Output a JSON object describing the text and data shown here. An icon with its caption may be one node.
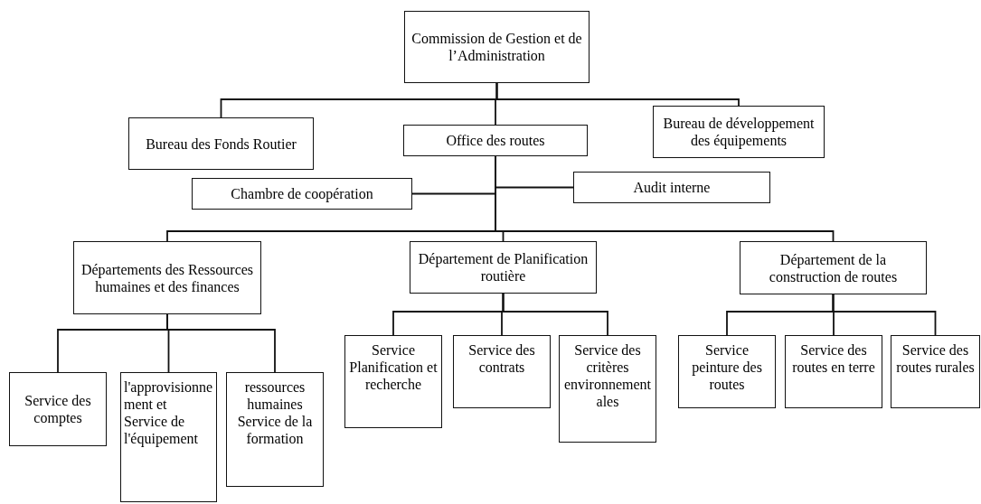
{
  "diagram": {
    "nodes": [
      {
        "text": [
          "Commission de Gestion et de l’Administration"
        ]
      },
      {
        "text": [
          "Bureau des Fonds Routier"
        ]
      },
      {
        "text": [
          "Office des routes"
        ]
      },
      {
        "text": [
          "Bureau de développement des équipements"
        ]
      },
      {
        "text": [
          "Chambre de coopération"
        ]
      },
      {
        "text": [
          "Audit interne"
        ]
      },
      {
        "text": [
          "Départements des Ressources humaines et des finances"
        ]
      },
      {
        "text": [
          "Département de Planification routière"
        ]
      },
      {
        "text": [
          "Département de la construction de routes"
        ]
      },
      {
        "text": [
          "Service des comptes"
        ]
      },
      {
        "text": [
          "l'approvisionnement et Service de l'équipement"
        ]
      },
      {
        "text": [
          "ressources humaines Service de la formation"
        ]
      },
      {
        "text": [
          "Service Planification et recherche"
        ]
      },
      {
        "text": [
          "Service des contrats"
        ]
      },
      {
        "text": [
          "Service des critères environnementales"
        ]
      },
      {
        "text": [
          "Service peinture des routes"
        ]
      },
      {
        "text": [
          "Service des routes en terre"
        ]
      },
      {
        "text": [
          "Service des routes rurales"
        ]
      }
    ],
    "edges": [
      {
        "from": 0,
        "to": 1,
        "arrow": "none"
      },
      {
        "from": 0,
        "to": 2,
        "arrow": "none"
      },
      {
        "from": 0,
        "to": 3,
        "arrow": "none"
      },
      {
        "from": 2,
        "to": 4,
        "arrow": "none"
      },
      {
        "from": 2,
        "to": 5,
        "arrow": "none"
      },
      {
        "from": 2,
        "to": 6,
        "arrow": "none"
      },
      {
        "from": 2,
        "to": 7,
        "arrow": "none"
      },
      {
        "from": 2,
        "to": 8,
        "arrow": "none"
      },
      {
        "from": 6,
        "to": 9,
        "arrow": "none"
      },
      {
        "from": 6,
        "to": 10,
        "arrow": "none"
      },
      {
        "from": 6,
        "to": 11,
        "arrow": "none"
      },
      {
        "from": 7,
        "to": 12,
        "arrow": "none"
      },
      {
        "from": 7,
        "to": 13,
        "arrow": "none"
      },
      {
        "from": 7,
        "to": 14,
        "arrow": "none"
      },
      {
        "from": 8,
        "to": 15,
        "arrow": "none"
      },
      {
        "from": 8,
        "to": 16,
        "arrow": "none"
      },
      {
        "from": 8,
        "to": 17,
        "arrow": "none"
      }
    ]
  }
}
